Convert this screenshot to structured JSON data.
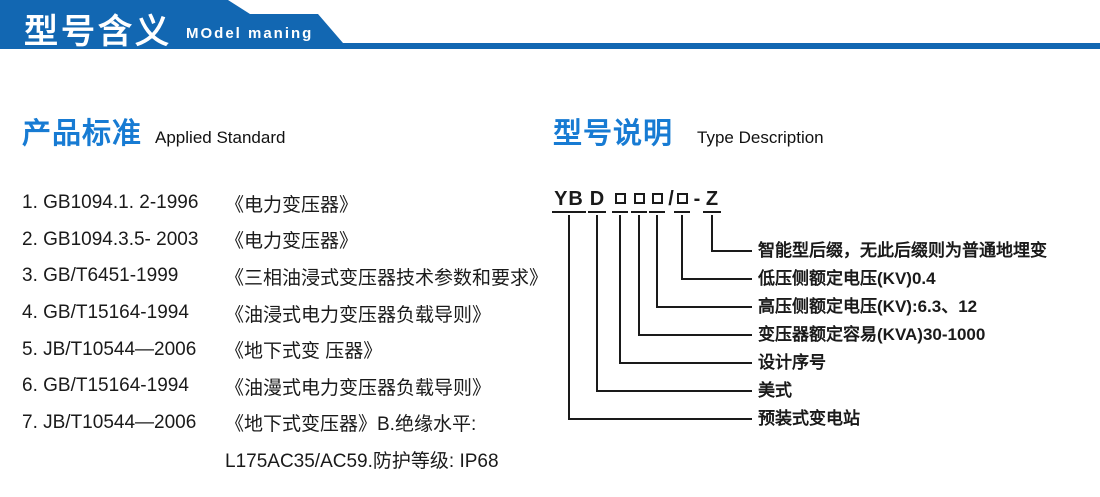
{
  "header": {
    "title_zh": "型号含义",
    "title_en": "MOdel maning",
    "banner_color": "#1267b2"
  },
  "left_section": {
    "heading_zh": "产品标准",
    "heading_en": "Applied Standard",
    "items": [
      {
        "code": "1. GB1094.1. 2-1996",
        "title": "《电力变压器》"
      },
      {
        "code": "2. GB1094.3.5- 2003",
        "title": "《电力变压器》"
      },
      {
        "code": "3. GB/T6451-1999",
        "title": "《三相油浸式变压器技术参数和要求》"
      },
      {
        "code": "4. GB/T15164-1994",
        "title": "《油浸式电力变压器负载导则》"
      },
      {
        "code": "5. JB/T10544—2006",
        "title": "《地下式变 压器》"
      },
      {
        "code": "6. GB/T15164-1994",
        "title": "《油漫式电力变压器负载导则》"
      },
      {
        "code": "7. JB/T10544—2006",
        "title": "《地下式变压器》B.绝缘水平:"
      }
    ],
    "continuation": "L175AC35/AC59.防护等级: IP68"
  },
  "right_section": {
    "heading_zh": "型号说明",
    "heading_en": "Type Description",
    "model_code": {
      "prefix": "YB",
      "series": "D",
      "slash": "/",
      "dash": "-",
      "suffix": "Z"
    },
    "labels": [
      "智能型后缀，无此后缀则为普通地埋变",
      "低压侧额定电压(KV)0.4",
      "高压侧额定电压(KV):6.3、12",
      "变压器额定容易(KVA)30-1000",
      "设计序号",
      "美式",
      "预装式变电站"
    ]
  },
  "colors": {
    "banner_blue": "#1267b2",
    "accent_blue": "#177bd3",
    "text": "#1a1a1a"
  }
}
